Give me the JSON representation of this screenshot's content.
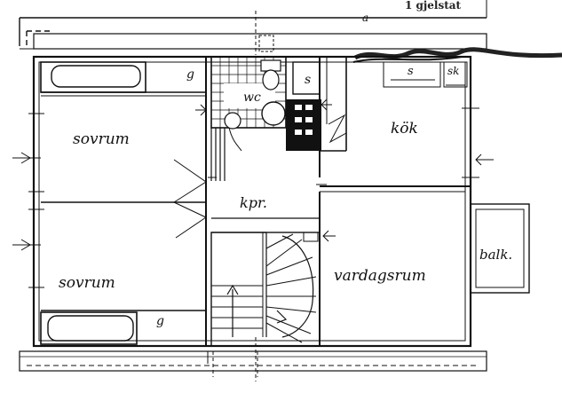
{
  "header_text": "1 gjelstat",
  "scale_marker": "a",
  "rooms": {
    "sovrum_top": "sovrum",
    "sovrum_bottom": "sovrum",
    "kok": "kök",
    "kpr": "kpr.",
    "vardagsrum": "vardagsrum",
    "balk": "balk.",
    "wc": "wc",
    "s_bath": "s",
    "s_kitchen": "s",
    "sk": "sk",
    "g_top": "g",
    "g_bottom": "g"
  },
  "colors": {
    "ink": "#111111",
    "paper": "#ffffff"
  }
}
